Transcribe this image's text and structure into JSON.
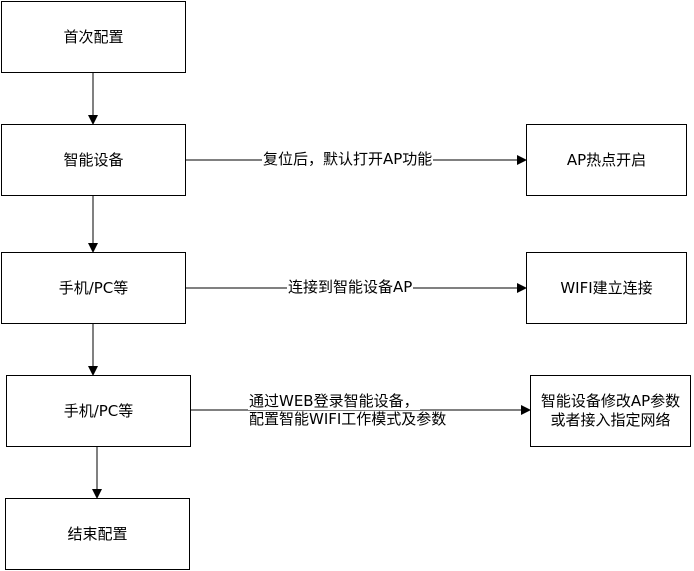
{
  "diagram": {
    "nodes": {
      "first_config": "首次配置",
      "smart_device": "智能设备",
      "phone_pc_1": "手机/PC等",
      "phone_pc_2": "手机/PC等",
      "end_config": "结束配置",
      "ap_hotspot_on": "AP热点开启",
      "wifi_connect": "WIFI建立连接",
      "device_modify_line1": "智能设备修改AP参数",
      "device_modify_line2": "或者接入指定网络"
    },
    "edges": {
      "reset_default_ap": "复位后，默认打开AP功能",
      "connect_device_ap": "连接到智能设备AP",
      "web_login_line1": "通过WEB登录智能设备，",
      "web_login_line2": "配置智能WIFI工作模式及参数"
    }
  }
}
